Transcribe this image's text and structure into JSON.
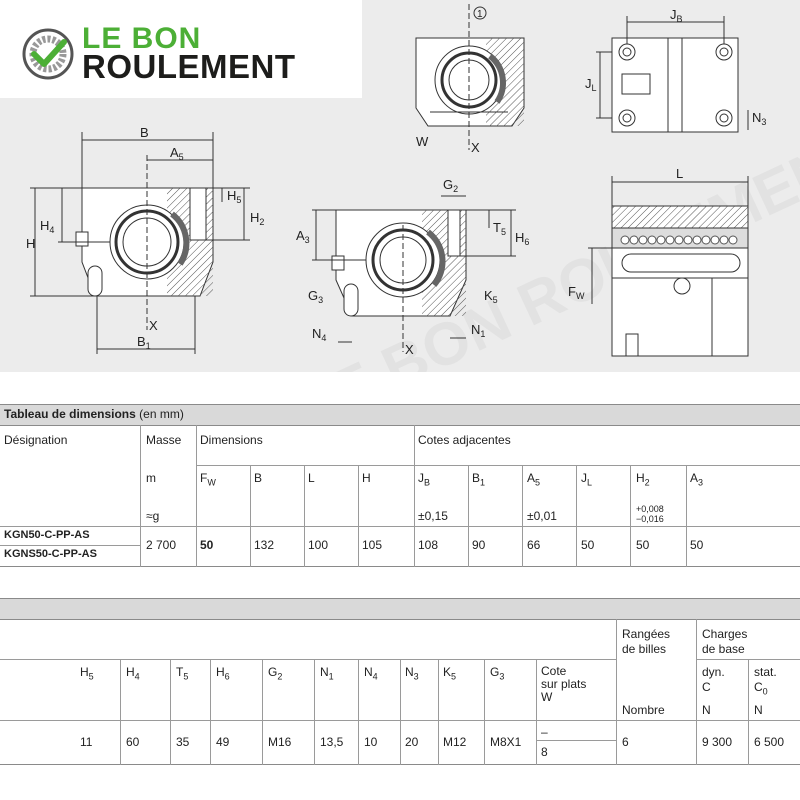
{
  "logo": {
    "line1": "LE BON",
    "line2": "ROULEMENT"
  },
  "drawing": {
    "labels": {
      "B": "B",
      "A5": "A",
      "A5sub": "5",
      "H5": "H",
      "H5sub": "5",
      "H2": "H",
      "H2sub": "2",
      "H4": "H",
      "H4sub": "4",
      "H": "H",
      "X1": "X",
      "B1": "B",
      "B1sub": "1",
      "G2": "G",
      "G2sub": "2",
      "T5": "T",
      "T5sub": "5",
      "H6": "H",
      "H6sub": "6",
      "A3": "A",
      "A3sub": "3",
      "G3": "G",
      "G3sub": "3",
      "K5": "K",
      "K5sub": "5",
      "N4": "N",
      "N4sub": "4",
      "N1": "N",
      "N1sub": "1",
      "X2": "X",
      "circle1": "1",
      "W": "W",
      "X3": "X",
      "JB": "J",
      "JBsub": "B",
      "JL": "J",
      "JLsub": "L",
      "N3": "N",
      "N3sub": "3",
      "L": "L",
      "FW": "F",
      "FWsub": "W"
    }
  },
  "table1": {
    "title": "Tableau de dimensions",
    "title_unit": " (en mm)",
    "h_designation": "Désignation",
    "h_masse": "Masse",
    "h_dimensions": "Dimensions",
    "h_cotes": "Cotes adjacentes",
    "masse_unit": "m",
    "masse_approx": "≈g",
    "cols": [
      {
        "sym": "F",
        "sub": "W"
      },
      {
        "sym": "B",
        "sub": ""
      },
      {
        "sym": "L",
        "sub": ""
      },
      {
        "sym": "H",
        "sub": ""
      },
      {
        "sym": "J",
        "sub": "B"
      },
      {
        "sym": "B",
        "sub": "1"
      },
      {
        "sym": "A",
        "sub": "5"
      },
      {
        "sym": "J",
        "sub": "L"
      },
      {
        "sym": "H",
        "sub": "2"
      },
      {
        "sym": "A",
        "sub": "3"
      }
    ],
    "tol_jb": "±0,15",
    "tol_a5": "±0,01",
    "tol_h2_top": "+0,008",
    "tol_h2_bottom": "−0,016",
    "designations": [
      "KGN50-C-PP-AS",
      "KGNS50-C-PP-AS"
    ],
    "values": [
      "2 700",
      "50",
      "132",
      "100",
      "105",
      "108",
      "90",
      "66",
      "50",
      "50",
      "50"
    ]
  },
  "table2": {
    "cols": [
      {
        "sym": "H",
        "sub": "5"
      },
      {
        "sym": "H",
        "sub": "4"
      },
      {
        "sym": "T",
        "sub": "5"
      },
      {
        "sym": "H",
        "sub": "6"
      },
      {
        "sym": "G",
        "sub": "2"
      },
      {
        "sym": "N",
        "sub": "1"
      },
      {
        "sym": "N",
        "sub": "4"
      },
      {
        "sym": "N",
        "sub": "3"
      },
      {
        "sym": "K",
        "sub": "5"
      },
      {
        "sym": "G",
        "sub": "3"
      }
    ],
    "h_cote_line1": "Cote",
    "h_cote_line2": "sur plats",
    "h_cote_line3": "W",
    "h_rangees_line1": "Rangées",
    "h_rangees_line2": "de billes",
    "h_nombre": "Nombre",
    "h_charges_line1": "Charges",
    "h_charges_line2": "de base",
    "h_dyn": "dyn.",
    "h_dyn_sym": "C",
    "h_stat": "stat.",
    "h_stat_sym": "C",
    "h_stat_sub": "0",
    "unit_n1": "N",
    "unit_n2": "N",
    "values": [
      "11",
      "60",
      "35",
      "49",
      "M16",
      "13,5",
      "10",
      "20",
      "M12",
      "M8X1"
    ],
    "cote_values": [
      "–",
      "8"
    ],
    "rangees": "6",
    "dyn": "9 300",
    "stat": "6 500"
  }
}
